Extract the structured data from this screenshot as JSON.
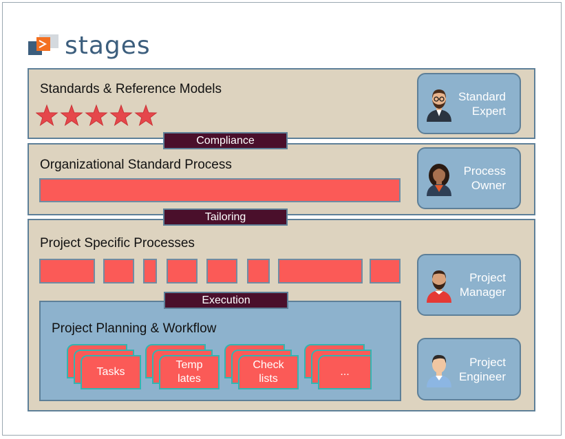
{
  "brand": {
    "name": "stages",
    "dark_color": "#3c5e7d",
    "accent_color": "#f37021"
  },
  "bands": {
    "standards": {
      "title": "Standards & Reference Models",
      "stars": 5
    },
    "organizational": {
      "title": "Organizational Standard Process"
    },
    "project": {
      "title": "Project Specific Processes"
    }
  },
  "connectors": {
    "compliance": "Compliance",
    "tailoring": "Tailoring",
    "execution": "Execution"
  },
  "roles": [
    {
      "line1": "Standard",
      "line2": "Expert",
      "icon": "man-with-beard-and-glasses-avatar"
    },
    {
      "line1": "Process",
      "line2": "Owner",
      "icon": "woman-with-curly-hair-avatar"
    },
    {
      "line1": "Project",
      "line2": "Manager",
      "icon": "man-with-beard-avatar"
    },
    {
      "line1": "Project",
      "line2": "Engineer",
      "icon": "young-man-avatar"
    }
  ],
  "planning": {
    "title": "Project Planning & Workflow",
    "cards": [
      {
        "line1": "Tasks",
        "line2": ""
      },
      {
        "line1": "Temp",
        "line2": "lates"
      },
      {
        "line1": "Check",
        "line2": "lists"
      },
      {
        "line1": "...",
        "line2": ""
      }
    ]
  },
  "colors": {
    "band": "#ddd3bf",
    "role": "#8db2cd",
    "connector": "#4a0f2b",
    "process_block": "#fb5a57",
    "border": "#5d7f98",
    "card_border": "#33b5b0"
  }
}
